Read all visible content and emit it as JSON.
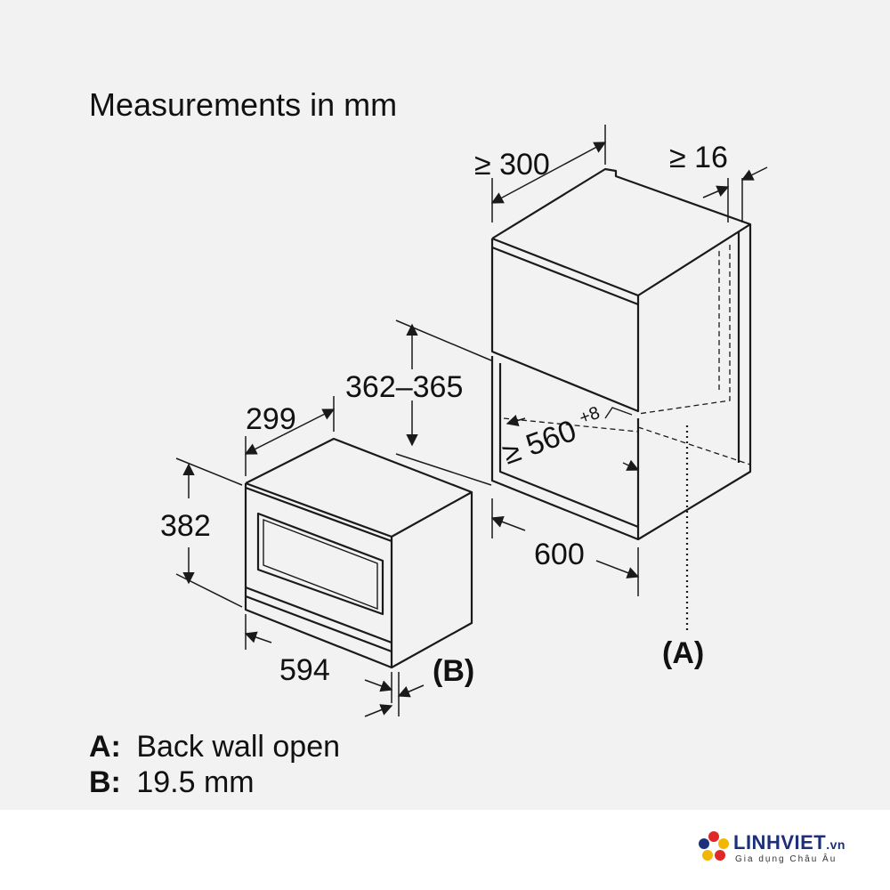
{
  "title": "Measurements in mm",
  "dimensions": {
    "cabinet_depth": "≥ 300",
    "cabinet_side_gap": "≥ 16",
    "niche_height": "362–365",
    "niche_width_value": "≥ 560",
    "niche_width_tolerance": "+8",
    "niche_depth": "600",
    "oven_depth": "299",
    "oven_height": "382",
    "oven_width": "594"
  },
  "markers": {
    "a": "(A)",
    "b": "(B)"
  },
  "legend": [
    {
      "key": "A:",
      "text": "Back wall open"
    },
    {
      "key": "B:",
      "text": "19.5 mm"
    }
  ],
  "brand": {
    "name": "LINHVIET",
    "tld": ".vn",
    "tagline": "Gia dụng Châu Âu",
    "colors": {
      "red": "#e02828",
      "yellow": "#f2b705",
      "blue": "#1b2f7a"
    }
  }
}
